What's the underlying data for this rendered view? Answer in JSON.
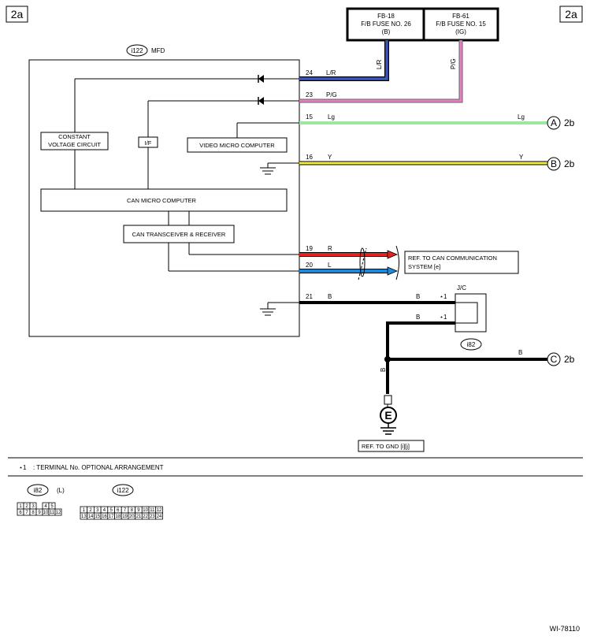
{
  "page": {
    "tag_left": "2a",
    "tag_right": "2a",
    "figure_id": "WI-78110"
  },
  "fuses": {
    "fb18": {
      "line1": "FB-18",
      "line2": "F/B FUSE NO. 26",
      "line3": "(B)"
    },
    "fb61": {
      "line1": "FB-61",
      "line2": "F/B FUSE NO. 15",
      "line3": "(IG)"
    }
  },
  "mfd": {
    "connector": "i122",
    "name": "MFD",
    "constant_voltage": [
      "CONSTANT",
      "VOLTAGE CIRCUIT"
    ],
    "if_label": "I/F",
    "video_micro": "VIDEO MICRO COMPUTER",
    "can_micro": "CAN MICRO COMPUTER",
    "can_transceiver": "CAN TRANSCEIVER & RECEIVER"
  },
  "wires": {
    "w24": {
      "pin": "24",
      "color": "L/R",
      "vertical": "L/R"
    },
    "w23": {
      "pin": "23",
      "color": "P/G",
      "vertical": "P/G"
    },
    "w15": {
      "pin": "15",
      "color": "Lg",
      "end_color": "Lg",
      "dest_letter": "A",
      "dest_page": "2b"
    },
    "w16": {
      "pin": "16",
      "color": "Y",
      "end_color": "Y",
      "dest_letter": "B",
      "dest_page": "2b"
    },
    "w19": {
      "pin": "19",
      "color": "R"
    },
    "w20": {
      "pin": "20",
      "color": "L"
    },
    "w21": {
      "pin": "21",
      "color": "B",
      "mid_color": "B",
      "star": "⋆1"
    },
    "jc_lower": {
      "color": "B",
      "star": "⋆1"
    },
    "ground_wire": {
      "color": "B"
    },
    "c_wire": {
      "color": "B",
      "dest_letter": "C",
      "dest_page": "2b"
    }
  },
  "can_ref": [
    "REF. TO CAN COMMUNICATION",
    "SYSTEM [e]"
  ],
  "jc": {
    "label": "J/C",
    "connector": "i82"
  },
  "ground": {
    "letter": "E",
    "ref": "REF. TO GND [i][j]"
  },
  "footnote": {
    "mark": "⋆1",
    "text": ": TERMINAL No. OPTIONAL ARRANGEMENT"
  },
  "connectors": {
    "i82": {
      "name": "i82",
      "gender": "(L)",
      "row1": [
        "1",
        "2",
        "3",
        "",
        "4",
        "5"
      ],
      "row2": [
        "6",
        "7",
        "8",
        "9",
        "10",
        "11",
        "12"
      ]
    },
    "i122": {
      "name": "i122",
      "row1": [
        "1",
        "2",
        "3",
        "4",
        "5",
        "6",
        "7",
        "8",
        "9",
        "10",
        "11",
        "12"
      ],
      "row2": [
        "13",
        "14",
        "15",
        "16",
        "17",
        "18",
        "19",
        "20",
        "21",
        "22",
        "23",
        "24"
      ]
    }
  },
  "colors": {
    "blue": "#3c57b8",
    "pink": "#e87fc4",
    "green": "#9ee79e",
    "yellow": "#f2ee3a",
    "red": "#e4231f",
    "can_blue": "#1c8ad8"
  }
}
